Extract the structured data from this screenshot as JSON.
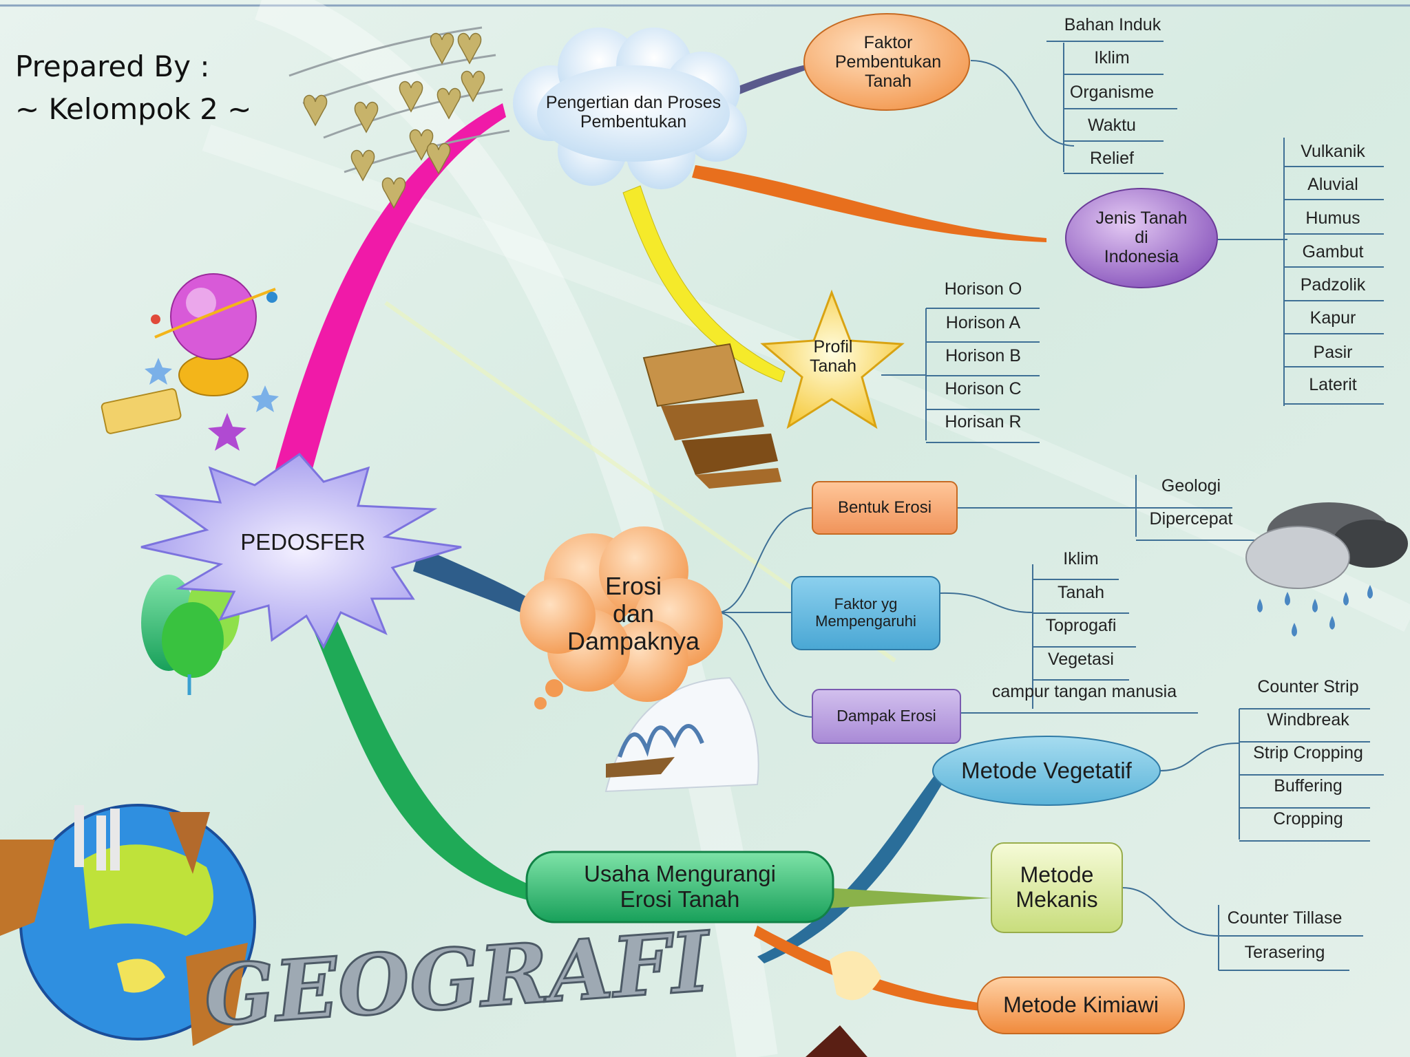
{
  "credits": {
    "line1": "Prepared By :",
    "line2": "~ Kelompok 2 ~"
  },
  "logo_text": "GEOGRAFI",
  "colors": {
    "background": "#dfeee8",
    "branch_pink": "#f01aa8",
    "branch_blue": "#2e5d8a",
    "branch_green": "#1faa57",
    "branch_orange": "#e86f1d",
    "branch_yellow": "#f5ea2a",
    "connector": "#3e6f95"
  },
  "center": {
    "label": "PEDOSFER"
  },
  "branch1": {
    "label_line1": "Pengertian dan Proses",
    "label_line2": "Pembentukan",
    "faktor": {
      "label_line1": "Faktor",
      "label_line2": "Pembentukan",
      "label_line3": "Tanah",
      "items": [
        "Bahan Induk",
        "Iklim",
        "Organisme",
        "Waktu",
        "Relief"
      ]
    },
    "jenis": {
      "label_line1": "Jenis Tanah",
      "label_line2": "di",
      "label_line3": "Indonesia",
      "items": [
        "Vulkanik",
        "Aluvial",
        "Humus",
        "Gambut",
        "Padzolik",
        "Kapur",
        "Pasir",
        "Laterit"
      ]
    },
    "profil": {
      "label_line1": "Profil",
      "label_line2": "Tanah",
      "items": [
        "Horison O",
        "Horison A",
        "Horison B",
        "Horison C",
        "Horisan R"
      ]
    }
  },
  "branch2": {
    "label_line1": "Erosi",
    "label_line2": "dan",
    "label_line3": "Dampaknya",
    "bentuk": {
      "label": "Bentuk Erosi",
      "items": [
        "Geologi",
        "Dipercepat"
      ]
    },
    "faktor": {
      "label_line1": "Faktor yg",
      "label_line2": "Mempengaruhi",
      "items": [
        "Iklim",
        "Tanah",
        "Toprogafi",
        "Vegetasi",
        "campur tangan manusia"
      ]
    },
    "dampak": {
      "label": "Dampak Erosi"
    }
  },
  "branch3": {
    "label_line1": "Usaha Mengurangi",
    "label_line2": "Erosi Tanah",
    "vegetatif": {
      "label": "Metode Vegetatif",
      "items": [
        "Counter Strip",
        "Windbreak",
        "Strip Cropping",
        "Buffering",
        "Cropping"
      ]
    },
    "mekanis": {
      "label_line1": "Metode",
      "label_line2": "Mekanis",
      "items": [
        "Counter Tillase",
        "Terasering"
      ]
    },
    "kimiawi": {
      "label": "Metode Kimiawi"
    }
  }
}
